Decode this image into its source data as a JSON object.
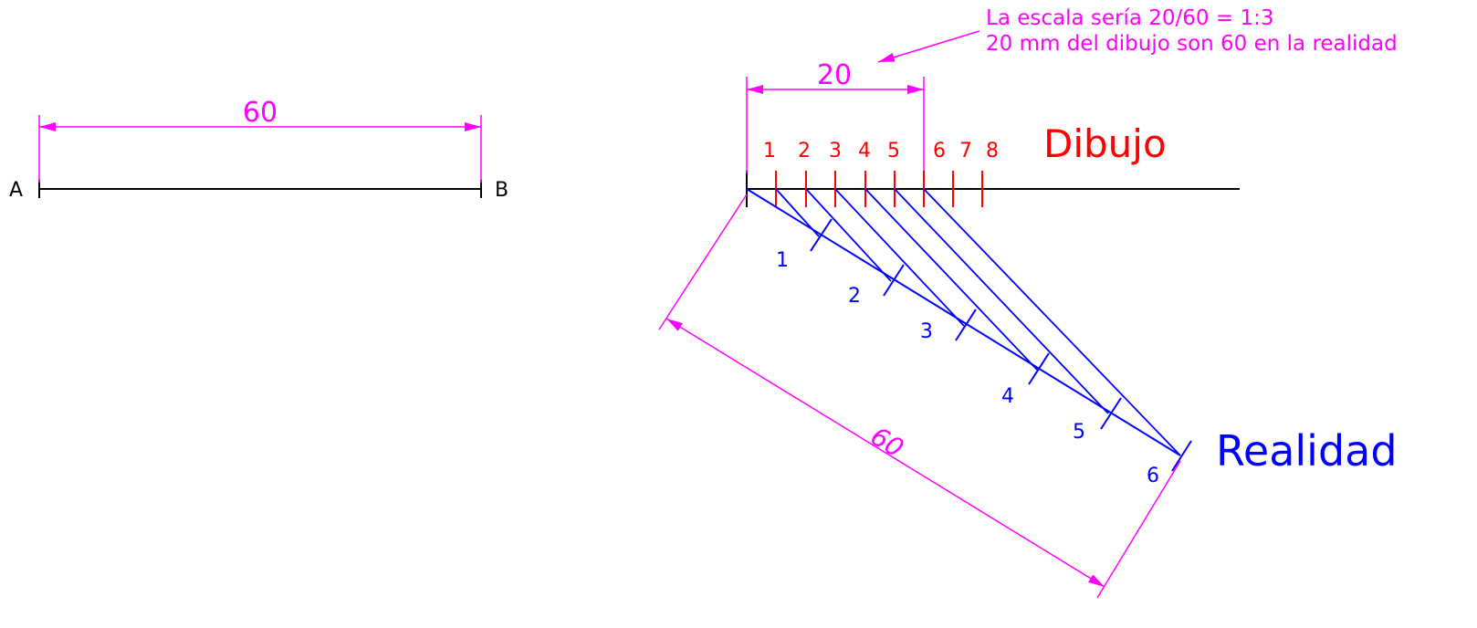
{
  "segment_ab": {
    "label_a": "A",
    "label_b": "B",
    "dimension": "60"
  },
  "note": {
    "line1": "La escala sería 20/60 = 1:3",
    "line2": "20 mm del dibujo son 60 en la realidad"
  },
  "dibujo": {
    "title": "Dibujo",
    "dimension": "20",
    "marks": [
      "1",
      "2",
      "3",
      "4",
      "5",
      "6",
      "7",
      "8"
    ]
  },
  "realidad": {
    "title": "Realidad",
    "dimension": "60",
    "marks": [
      "1",
      "2",
      "3",
      "4",
      "5",
      "6"
    ]
  },
  "colors": {
    "dimension": "#ff00ff",
    "dibujo": "#ff0000",
    "realidad": "#0000ff",
    "lines": "#000000"
  }
}
